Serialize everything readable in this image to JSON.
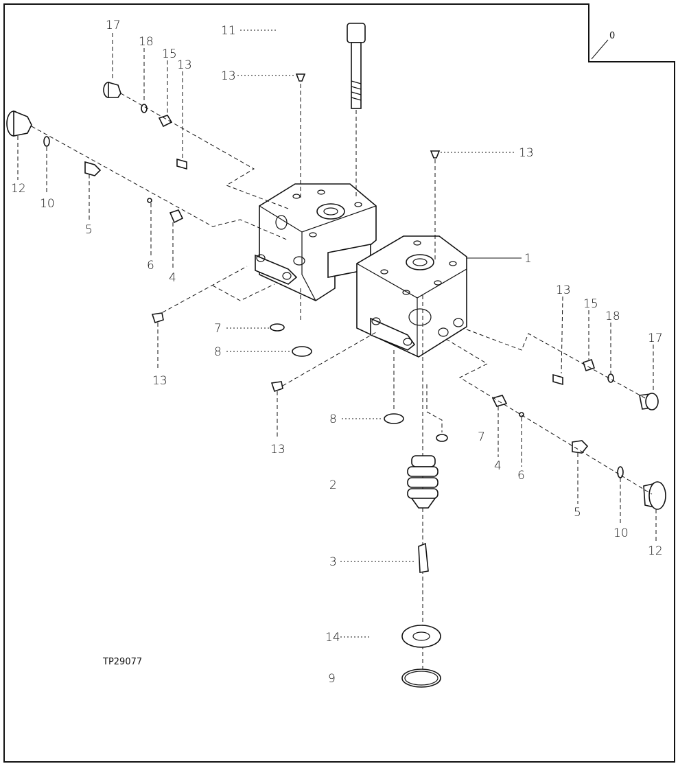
{
  "figure": {
    "id_label": "TP29077",
    "corner_label": "0"
  },
  "callouts": {
    "c1": "1",
    "c2": "2",
    "c3": "3",
    "c4_left": "4",
    "c4_right": "4",
    "c5_left": "5",
    "c5_right": "5",
    "c6_left": "6",
    "c6_right": "6",
    "c7_left": "7",
    "c7_right": "7",
    "c8_left": "8",
    "c8_right": "8",
    "c9": "9",
    "c10_left": "10",
    "c10_right": "10",
    "c11": "11",
    "c12_left": "12",
    "c12_right": "12",
    "c13_a": "13",
    "c13_b": "13",
    "c13_c": "13",
    "c13_d": "13",
    "c13_e": "13",
    "c13_f": "13",
    "c14": "14",
    "c15_left": "15",
    "c15_right": "15",
    "c17_left": "17",
    "c17_right": "17",
    "c18_left": "18",
    "c18_right": "18"
  }
}
